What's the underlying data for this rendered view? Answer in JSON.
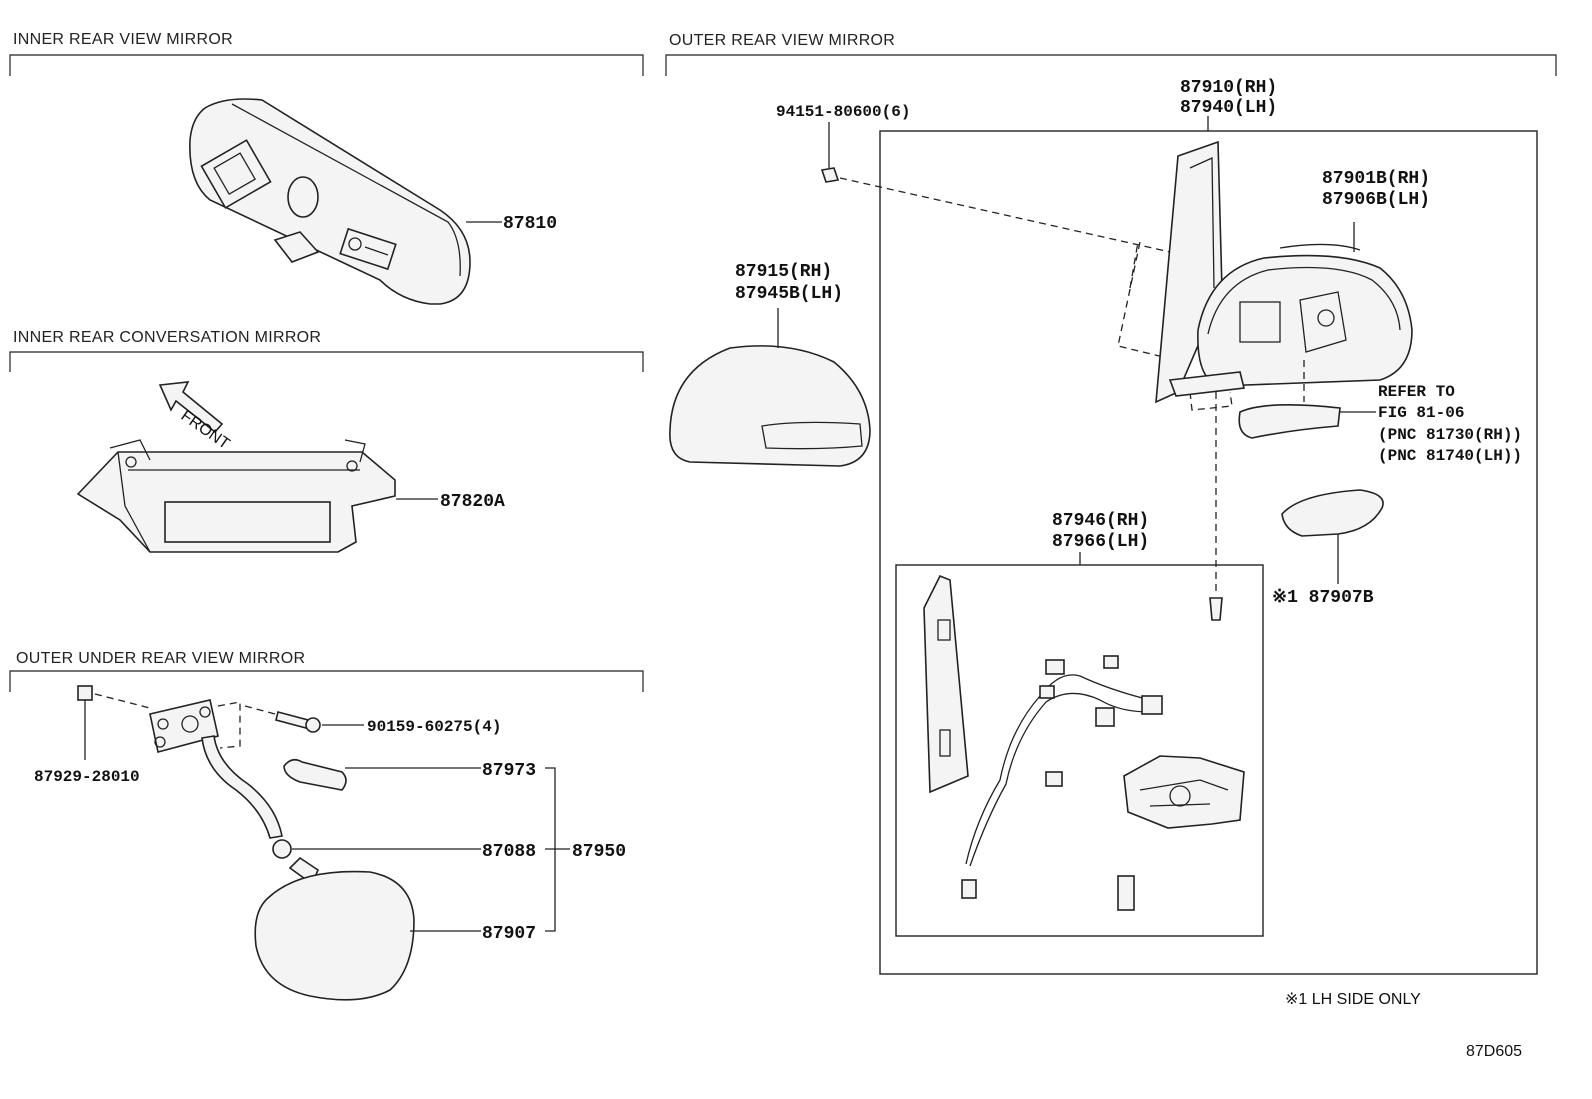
{
  "sections": {
    "inner_rear_view": "INNER REAR VIEW MIRROR",
    "inner_rear_conversation": "INNER REAR CONVERSATION MIRROR",
    "outer_under_rear_view": "OUTER UNDER REAR VIEW MIRROR",
    "outer_rear_view": "OUTER REAR VIEW MIRROR"
  },
  "labels": {
    "front_arrow": "FRONT",
    "p87810": "87810",
    "p87820A": "87820A",
    "p90159": "90159-60275(4)",
    "p87929": "87929-28010",
    "p87973": "87973",
    "p87088": "87088",
    "p87950": "87950",
    "p87907": "87907",
    "p94151": "94151-80600(6)",
    "p87910_rh": "87910(RH)",
    "p87940_lh": "87940(LH)",
    "p87901b_rh": "87901B(RH)",
    "p87906b_lh": "87906B(LH)",
    "p87915_rh": "87915(RH)",
    "p87945b_lh": "87945B(LH)",
    "refer_to": "REFER TO",
    "fig": "FIG 81-06",
    "pnc_rh": "(PNC 81730(RH))",
    "pnc_lh": "(PNC 81740(LH))",
    "p87946_rh": "87946(RH)",
    "p87966_lh": "87966(LH)",
    "p87907b": "※1 87907B",
    "lh_note": "※1 LH SIDE ONLY",
    "diagram_code": "87D605"
  }
}
